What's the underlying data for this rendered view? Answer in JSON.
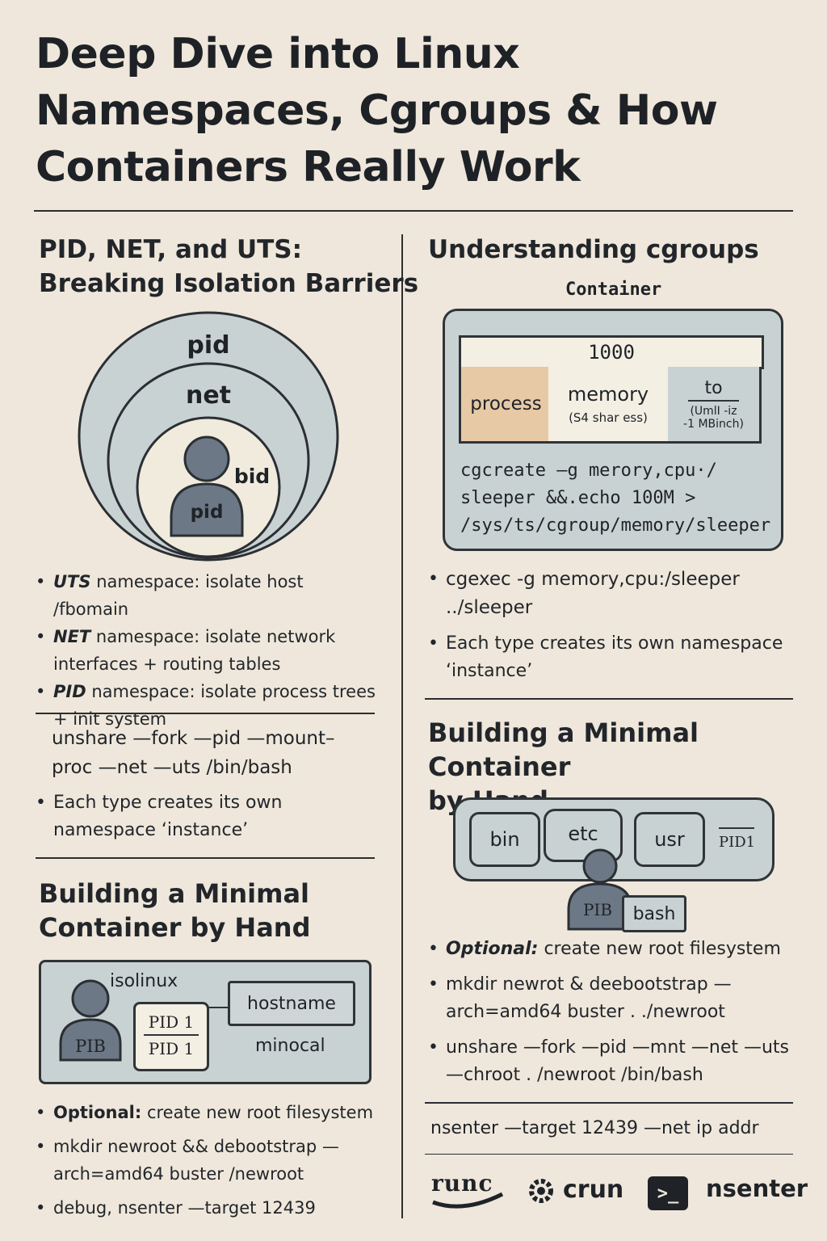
{
  "title": "Deep Dive into Linux Namespaces, Cgroups & How Containers Really Work",
  "left": {
    "section1": {
      "heading_line1": "PID, NET, and UTS:",
      "heading_line2": "Breaking Isolation Barriers",
      "diagram": {
        "outer": "pid",
        "middle": "net",
        "inner_side": "bid",
        "person": "pid"
      },
      "bullets": [
        {
          "key": "UTS",
          "text": " namespace: isolate host /fbomain"
        },
        {
          "key": "NET",
          "text": " namespace: isolate network interfaces + routing tables"
        },
        {
          "key": "PID",
          "text": " namespace: isolate process trees + init system"
        }
      ],
      "command": "unshare —fork —pid —mount–proc  —net —uts  /bin/bash",
      "note": "Each type creates its own namespace ‘instance’"
    },
    "section2": {
      "heading_line1": "Building a Minimal",
      "heading_line2": "Container by Hand",
      "diagram": {
        "label": "isolinux",
        "person": "PIB",
        "pid_top": "PID 1",
        "pid_bottom": "PID 1",
        "hostname": "hostname",
        "minocal": "minocal"
      },
      "bullets": [
        {
          "key": "Optional:",
          "text": " create new root filesystem"
        },
        {
          "key": "",
          "text": "mkdir newroot  && debootstrap —arch=amd64 buster  /newroot"
        },
        {
          "key": "",
          "text": "debug, nsenter  —target 12439"
        }
      ]
    }
  },
  "right": {
    "section1": {
      "heading": "Understanding cgroups",
      "container_label": "Container",
      "table": {
        "header": "1000",
        "process": "process",
        "memory": "memory",
        "memory_sub": "(S4 shar ess)",
        "to": "to",
        "to_sub1": "(UmlI -iz",
        "to_sub2": "-1 MBinch)"
      },
      "code": [
        "cgcreate –g merory,cpu·/",
        "sleeper &&.echo 100M >",
        "/sys/ts/cgroup/memory/sleeper"
      ],
      "bullets": [
        {
          "text": "cgexec -g memory,cpu:/sleeper ../sleeper"
        },
        {
          "text": "Each type creates its own namespace ‘instance’"
        }
      ]
    },
    "section2": {
      "heading_line1": "Building a Minimal Container",
      "heading_line2": "by Hand",
      "dirs": [
        "bin",
        "etc",
        "usr"
      ],
      "pid_label": "PID1",
      "person": "PIB",
      "bash": "bash",
      "bullets": [
        {
          "key": "Optional:",
          "text": " create new root filesystem"
        },
        {
          "key": "",
          "text": "mkdir newrot  & deebootstrap — arch=amd64 buster . ./newroot"
        },
        {
          "key": "",
          "text": "unshare —fork —pid —mnt —net —uts —chroot . /newroot /bin/bash"
        }
      ],
      "command": "nsenter —target 12439  —net ip addr"
    },
    "logos": {
      "runc": "runc",
      "crun": "crun",
      "terminal": ">_",
      "nsenter": "nsenter"
    }
  },
  "colors": {
    "background": "#efe7db",
    "panel": "#c9d2d3",
    "accent_process": "#e8c9a6",
    "person": "#6c7885"
  }
}
